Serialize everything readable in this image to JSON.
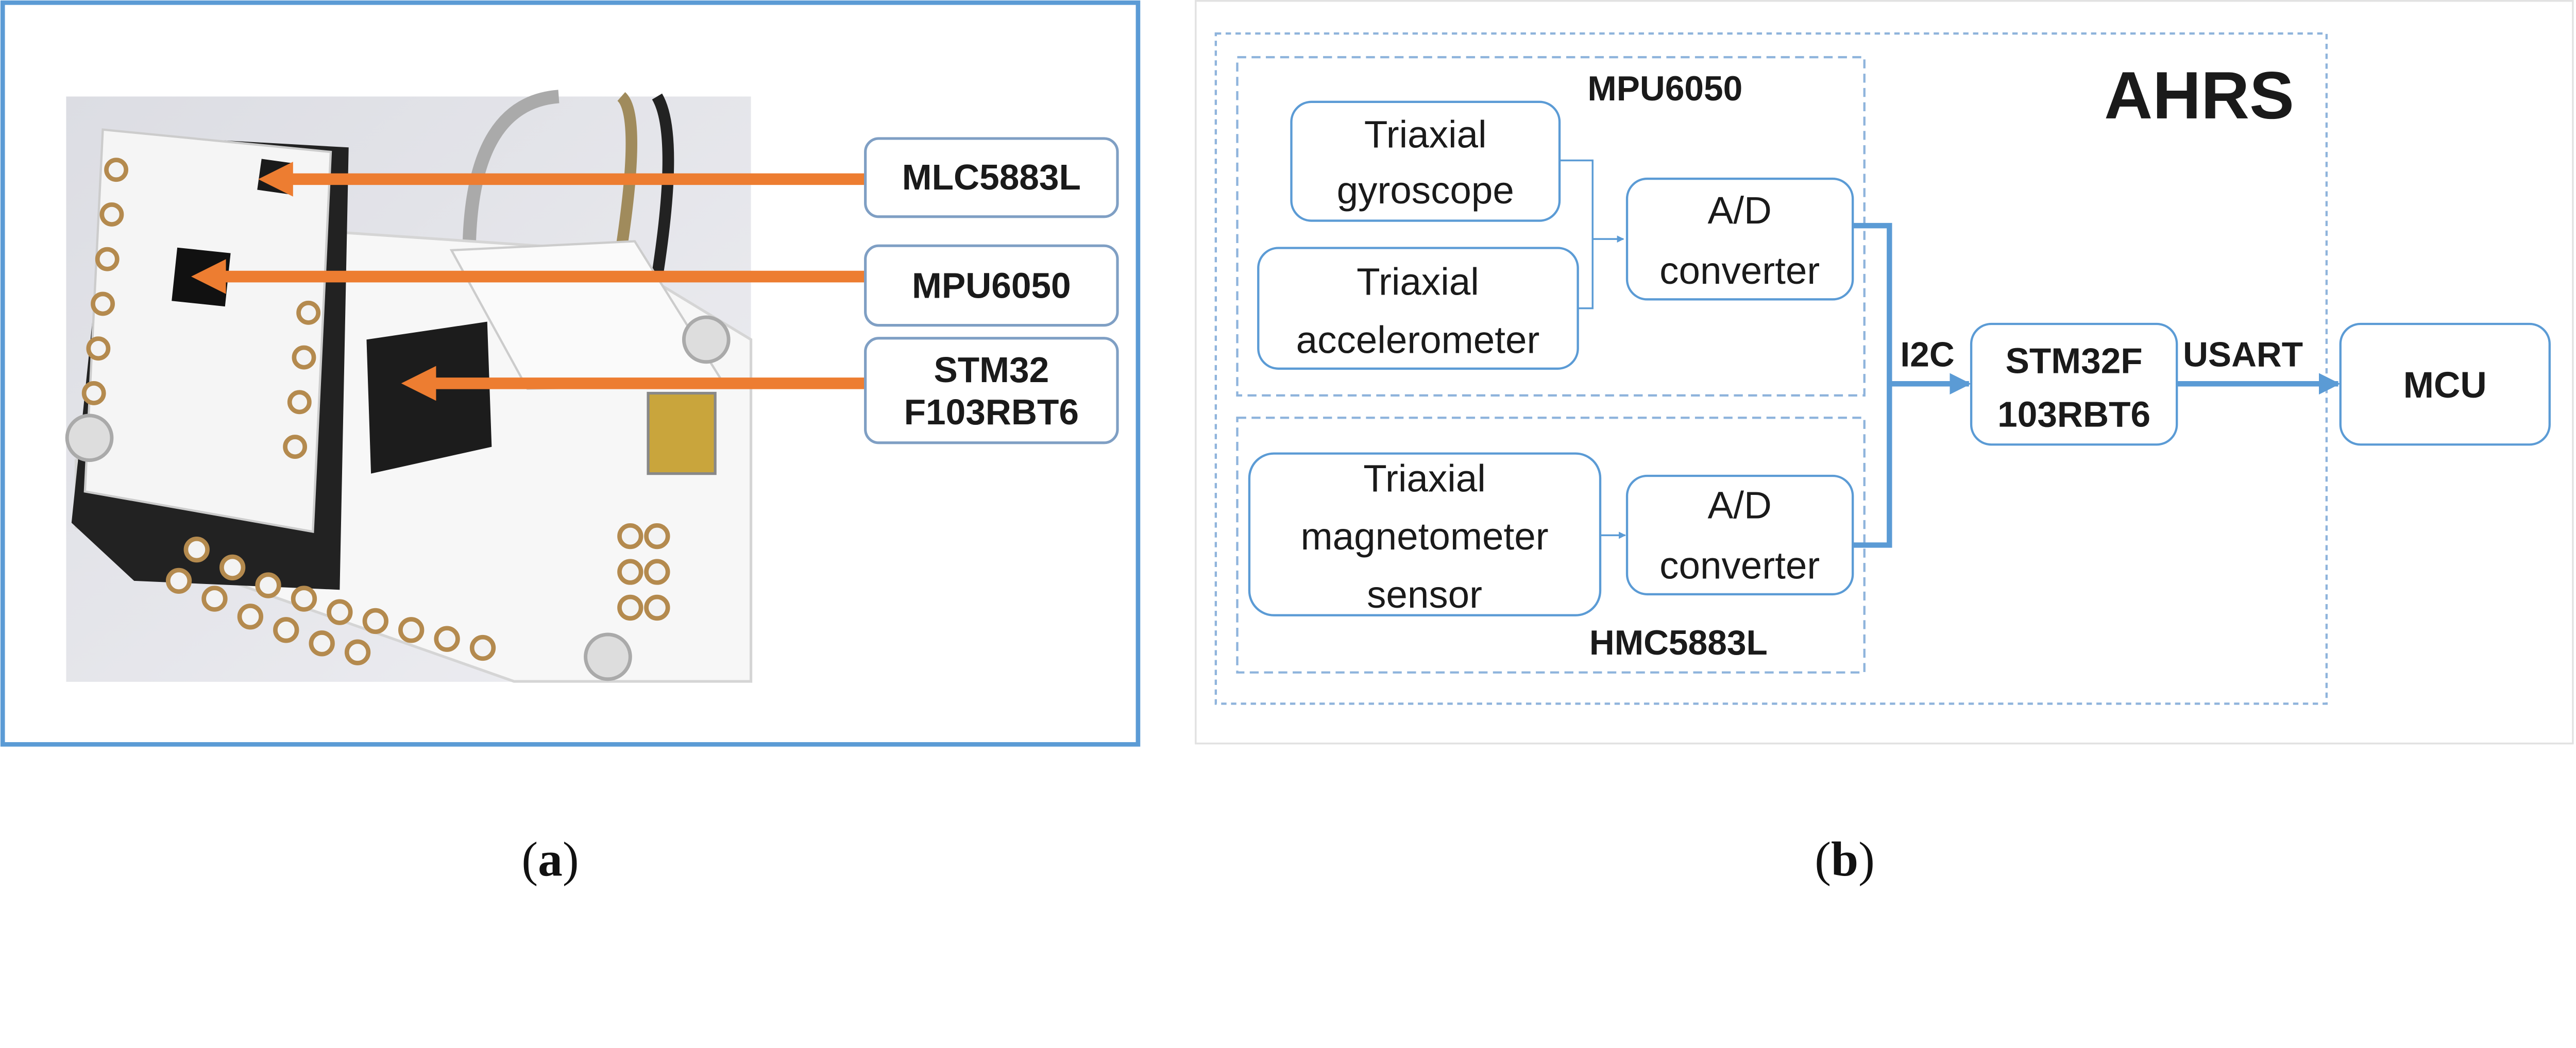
{
  "panel_a": {
    "labels": [
      "MLC5883L",
      "MPU6050"
    ],
    "stm_label": {
      "line1": "STM32",
      "line2": "F103RBT6"
    },
    "caption": {
      "open": "(",
      "letter": "a",
      "close": ")"
    },
    "colors": {
      "arrow": "#ed7d31",
      "border": "#5b9bd5",
      "label_border": "#7f9fc4"
    }
  },
  "panel_b": {
    "title": "AHRS",
    "mpu_group_label": "MPU6050",
    "hmc_group_label": "HMC5883L",
    "gyro": {
      "line1": "Triaxial",
      "line2": "gyroscope"
    },
    "accel": {
      "line1": "Triaxial",
      "line2": "accelerometer"
    },
    "ad_top": {
      "line1": "A/D",
      "line2": "converter"
    },
    "mag": {
      "line1": "Triaxial",
      "line2": "magnetometer",
      "line3": "sensor"
    },
    "ad_bottom": {
      "line1": "A/D",
      "line2": "converter"
    },
    "bus_label": "I2C",
    "stm": {
      "line1": "STM32F",
      "line2": "103RBT6"
    },
    "link_label": "USART",
    "mcu": "MCU",
    "caption": {
      "open": "(",
      "letter": "b",
      "close": ")"
    },
    "colors": {
      "line": "#5b9bd5",
      "dashed": "#8fb4dc"
    }
  }
}
